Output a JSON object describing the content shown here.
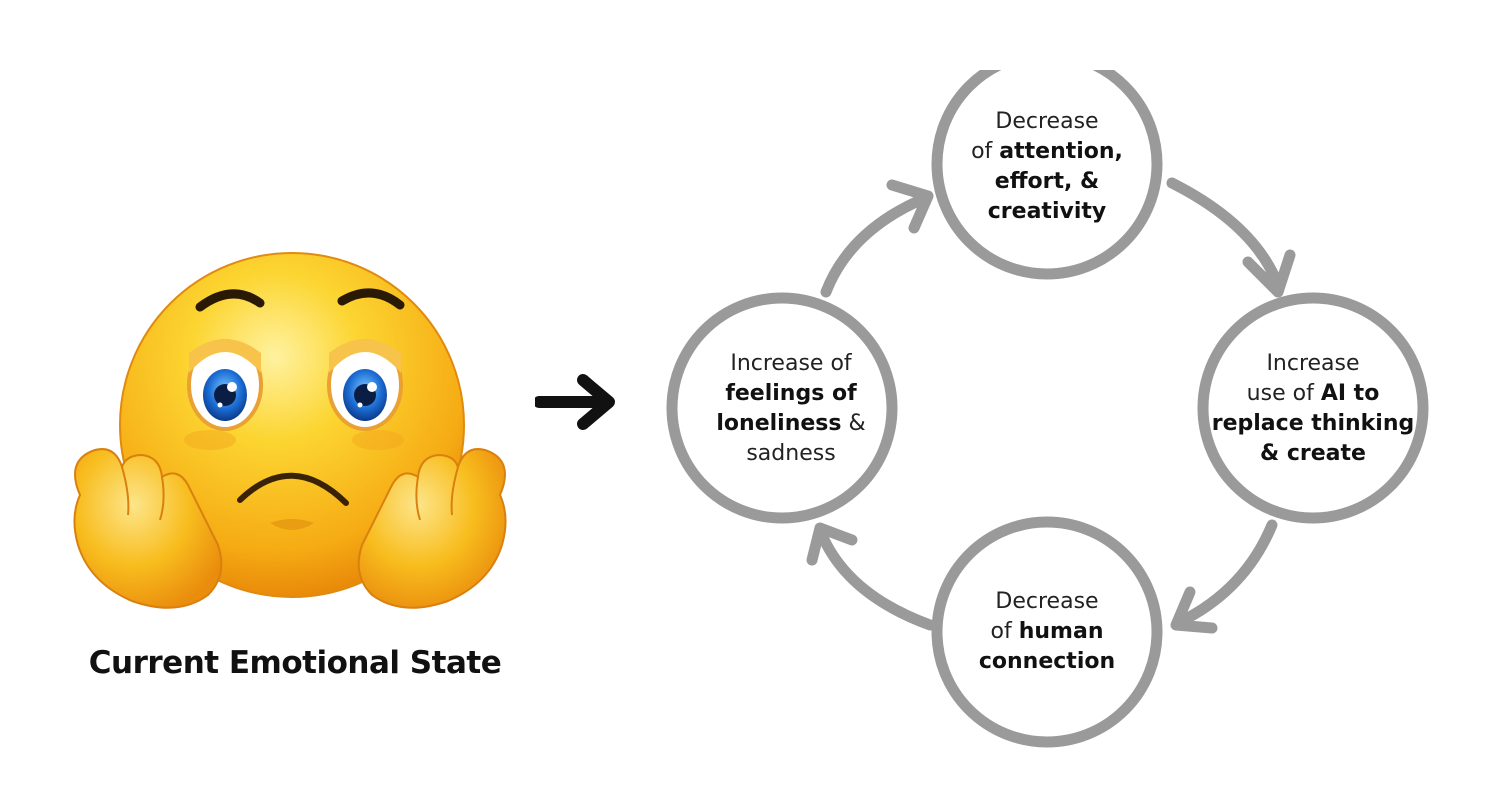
{
  "caption": "Current Emotional State",
  "colors": {
    "cycle_gray": "#9a9a9b",
    "arrow_black": "#111111",
    "emoji_yellow": "#fcc21b",
    "emoji_orange": "#f29a0e",
    "eye_blue": "#1c6fd6"
  },
  "icons": {
    "emoji": "sad-face-emoji-icon",
    "arrow": "arrow-right-icon"
  },
  "cycle": {
    "top": {
      "line1": "Decrease",
      "line2_prefix": "of ",
      "line2_bold": "attention,",
      "line3_bold": "effort, &",
      "line4_bold": "creativity"
    },
    "right": {
      "line1": "Increase",
      "line2_prefix": "use of ",
      "line2_bold": "AI to",
      "line3_bold": "replace thinking",
      "line4_bold": "& create"
    },
    "bottom": {
      "line1": "Decrease",
      "line2_prefix": "of ",
      "line2_bold": "human",
      "line3_bold": "connection"
    },
    "left": {
      "line1": "Increase of",
      "line2_bold": "feelings of",
      "line3_bold": "loneliness",
      "line3_suffix": " &",
      "line4": "sadness"
    }
  }
}
